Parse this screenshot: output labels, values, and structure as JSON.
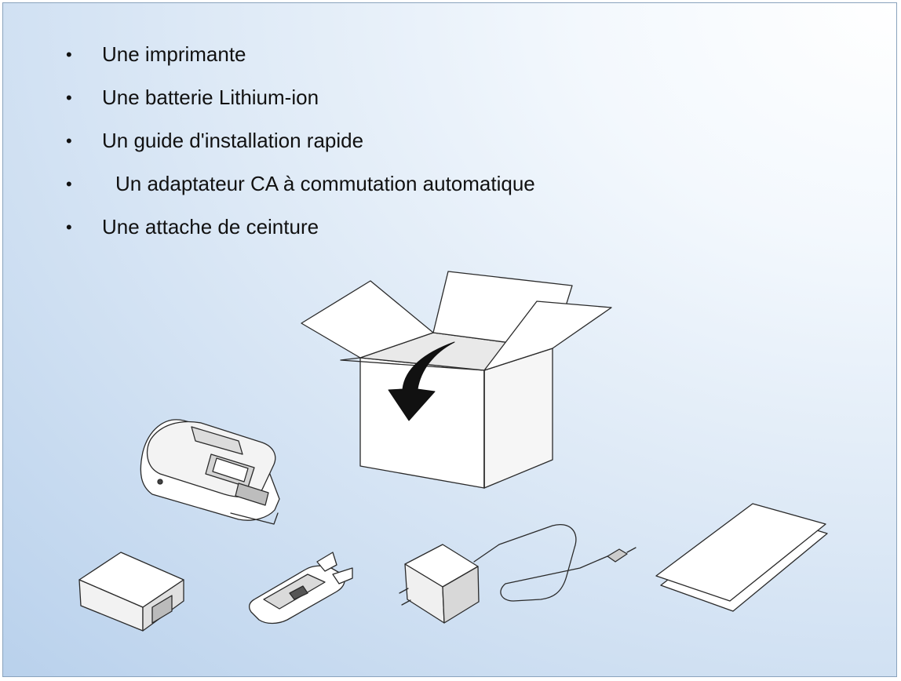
{
  "contents_list": [
    "Une imprimante",
    "Une batterie Lithium-ion",
    "Un guide d'installation rapide",
    "Un adaptateur CA à commutation automatique",
    "Une attache de ceinture"
  ],
  "icons": {
    "box": "open-box-icon",
    "arrow": "curved-arrow-icon",
    "printer": "printer-icon",
    "battery": "battery-icon",
    "clip": "belt-clip-icon",
    "adapter": "ac-adapter-icon",
    "guide": "quick-guide-icon"
  }
}
